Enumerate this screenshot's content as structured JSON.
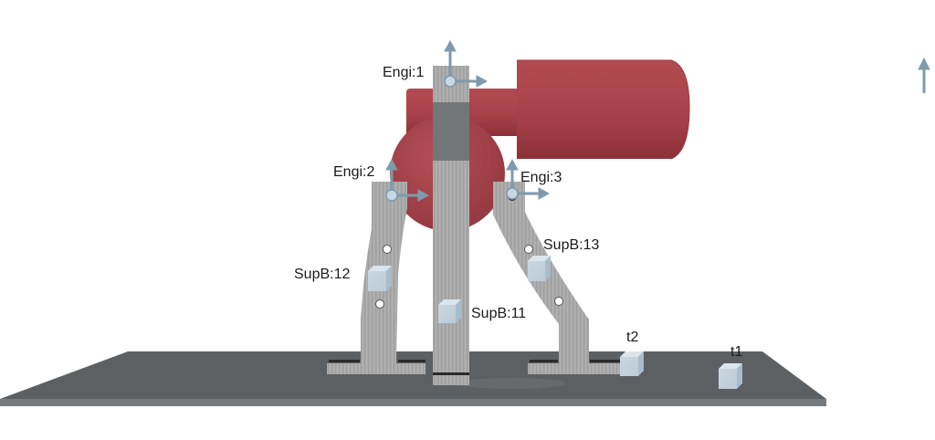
{
  "scene": {
    "colors": {
      "background": "#ffffff",
      "platform_top": "#5d6062",
      "platform_edge": "#7a7c7e",
      "motor_red": "#a8424a",
      "motor_red_dark": "#8e3239",
      "metal": "#a9a9a9",
      "metal_dark": "#8a8b8c",
      "column_shadow": "#727678",
      "frame_arrow": "#7e9aad",
      "marker_cube": "#c6d4de"
    }
  },
  "frames": [
    {
      "id": "engi1",
      "label": "Engi:1"
    },
    {
      "id": "engi2",
      "label": "Engi:2"
    },
    {
      "id": "engi3",
      "label": "Engi:3"
    }
  ],
  "markers": [
    {
      "id": "supb11",
      "label": "SupB:11"
    },
    {
      "id": "supb12",
      "label": "SupB:12"
    },
    {
      "id": "supb13",
      "label": "SupB:13"
    },
    {
      "id": "t1",
      "label": "t1"
    },
    {
      "id": "t2",
      "label": "t2"
    }
  ],
  "axis_indicator": {
    "icon": "up-arrow-icon"
  }
}
